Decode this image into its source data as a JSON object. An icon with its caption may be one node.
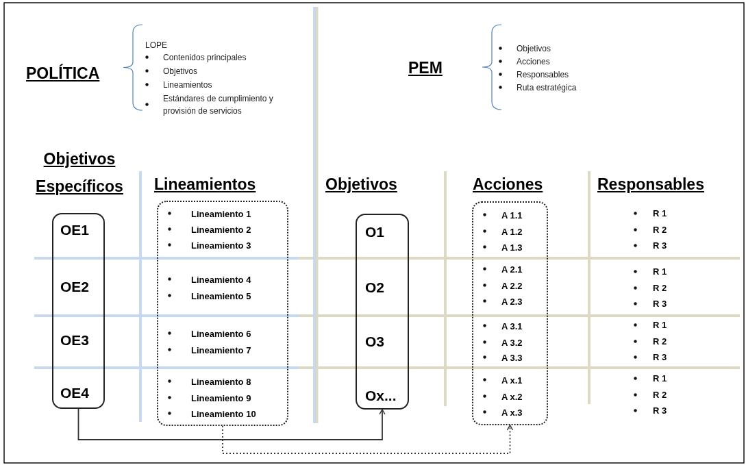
{
  "diagram": {
    "nodes": [
      {
        "text": [
          "OE1",
          "OE2",
          "OE3",
          "OE4"
        ]
      },
      {
        "text": [
          "Lineamiento 1",
          "Lineamiento 2",
          "Lineamiento 3",
          "Lineamiento 4",
          "Lineamiento 5",
          "Lineamiento 6",
          "Lineamiento 7",
          "Lineamiento 8",
          "Lineamiento 9",
          "Lineamiento 10"
        ]
      },
      {
        "text": [
          "O1",
          "O2",
          "O3",
          "Ox..."
        ]
      },
      {
        "text": [
          "A 1.1",
          "A 1.2",
          "A 1.3",
          "A 2.1",
          "A 2.2",
          "A 2.3",
          "A 3.1",
          "A 3.2",
          "A 3.3",
          "A x.1",
          "A x.2",
          "A x.3"
        ]
      }
    ],
    "edges": [
      {
        "from": 0,
        "to": 2,
        "arrow": "to"
      },
      {
        "from": 1,
        "to": 3,
        "arrow": "to",
        "style": "dashed"
      }
    ],
    "labels": [
      "POLÍTICA",
      "LOPE",
      "Contenidos principales",
      "Objetivos",
      "Lineamientos",
      "Estándares de cumplimiento y provisión de servicios",
      "PEM",
      "Objetivos",
      "Acciones",
      "Responsables",
      "Ruta estratégica",
      "Objetivos Específicos",
      "Lineamientos",
      "Objetivos",
      "Acciones",
      "Responsables",
      "R 1",
      "R 2",
      "R 3",
      "R 1",
      "R 2",
      "R 3",
      "R 1",
      "R 2",
      "R 3",
      "R 1",
      "R 2",
      "R 3"
    ]
  }
}
